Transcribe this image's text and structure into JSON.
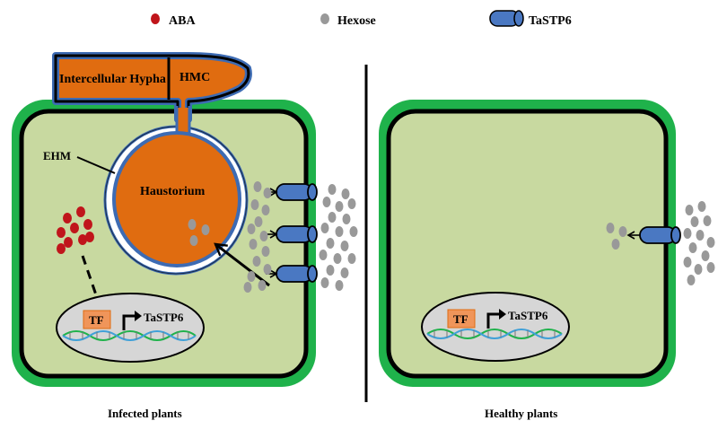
{
  "legend": {
    "aba": "ABA",
    "hexose": "Hexose",
    "transporter": "TaSTP6"
  },
  "infected": {
    "hypha": "Intercellular Hypha",
    "hmc": "HMC",
    "ehm": "EHM",
    "haustorium": "Haustorium",
    "tf": "TF",
    "gene": "TaSTP6",
    "caption": "Infected plants"
  },
  "healthy": {
    "tf": "TF",
    "gene": "TaSTP6",
    "caption": "Healthy plants"
  },
  "colors": {
    "cell_wall": "#1fb24b",
    "cytoplasm": "#c8d9a0",
    "fungus": "#e06c10",
    "aba": "#c0151b",
    "hexose": "#999999",
    "transporter": "#4a78c2",
    "nucleus": "#d6d6d6",
    "tf_box": "#f0955a",
    "dna_a": "#1fb24b",
    "dna_b": "#3fa0d8"
  }
}
